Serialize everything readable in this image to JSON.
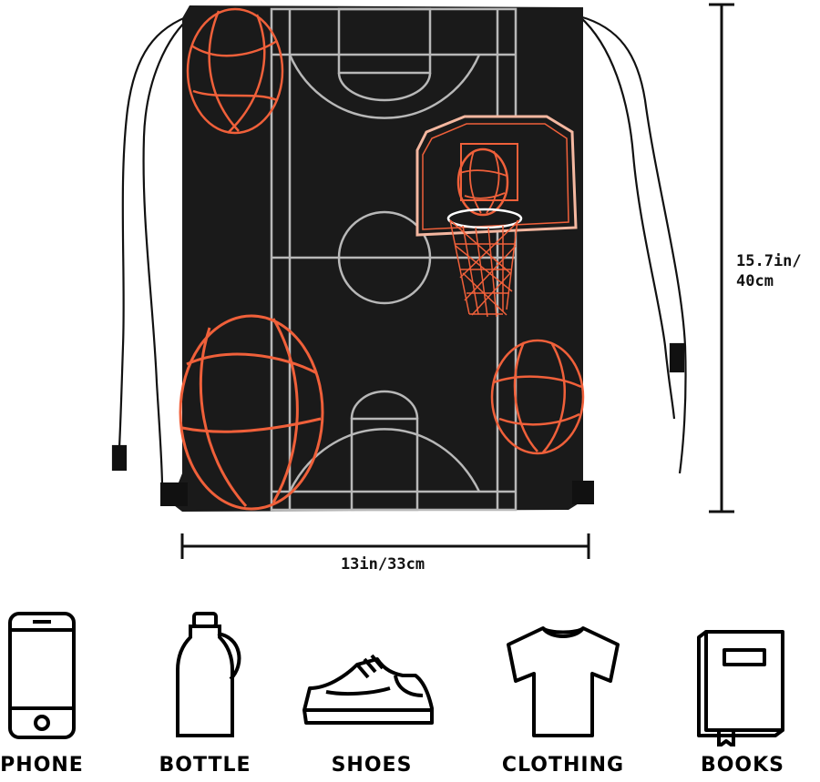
{
  "colors": {
    "bag": "#1a1a1a",
    "court_lines": "#b8b8b8",
    "ball_orange": "#f0603a",
    "backboard": "#f4b7a0",
    "text": "#111111"
  },
  "dimensions": {
    "height_line1": "15.7in/",
    "height_line2": "40cm",
    "width": "13in/33cm"
  },
  "items": [
    {
      "label": "PHONE",
      "icon": "phone-icon"
    },
    {
      "label": "BOTTLE",
      "icon": "bottle-icon"
    },
    {
      "label": "SHOES",
      "icon": "shoe-icon"
    },
    {
      "label": "CLOTHING",
      "icon": "tshirt-icon"
    },
    {
      "label": "BOOKS",
      "icon": "book-icon"
    }
  ]
}
